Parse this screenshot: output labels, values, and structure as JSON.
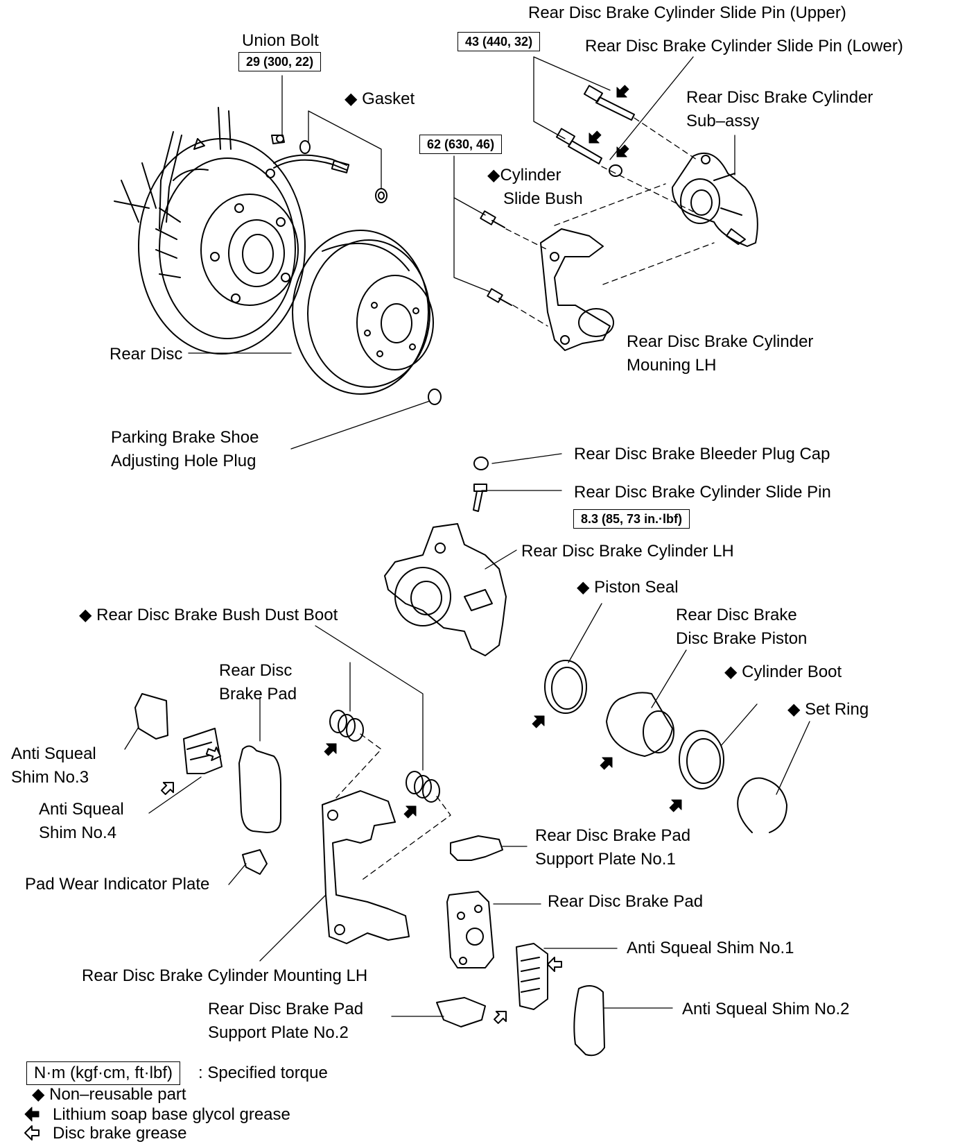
{
  "labels": {
    "union_bolt": "Union Bolt",
    "gasket": "◆ Gasket",
    "slide_pin_upper": "Rear Disc Brake Cylinder Slide Pin (Upper)",
    "slide_pin_lower": "Rear Disc Brake Cylinder Slide Pin (Lower)",
    "cyl_subassy_1": "Rear Disc Brake Cylinder",
    "cyl_subassy_2": "Sub–assy",
    "cyl_slide_bush_1": "◆Cylinder",
    "cyl_slide_bush_2": "Slide Bush",
    "rear_disc": "Rear Disc",
    "mounting_lh_top_1": "Rear Disc Brake Cylinder",
    "mounting_lh_top_2": "Mouning LH",
    "parking_plug_1": "Parking Brake Shoe",
    "parking_plug_2": "Adjusting Hole Plug",
    "bleeder_cap": "Rear Disc Brake Bleeder Plug Cap",
    "slide_pin_mid": "Rear Disc Brake Cylinder Slide Pin",
    "cylinder_lh": "Rear Disc Brake Cylinder LH",
    "piston_seal": "◆ Piston Seal",
    "bush_dust_boot": "◆  Rear Disc Brake Bush Dust Boot",
    "piston_1": "Rear Disc Brake",
    "piston_2": "Disc Brake Piston",
    "cylinder_boot": "◆  Cylinder Boot",
    "set_ring": "◆  Set Ring",
    "brake_pad_left_1": "Rear Disc",
    "brake_pad_left_2": "Brake Pad",
    "shim3_1": "Anti Squeal",
    "shim3_2": "Shim No.3",
    "shim4_1": "Anti Squeal",
    "shim4_2": "Shim No.4",
    "support_plate1_1": "Rear Disc Brake Pad",
    "support_plate1_2": "Support Plate No.1",
    "wear_plate": "Pad Wear Indicator Plate",
    "brake_pad_right": "Rear Disc Brake Pad",
    "shim1": "Anti Squeal Shim No.1",
    "mounting_lh_bottom": "Rear Disc Brake Cylinder Mounting LH",
    "support_plate2_1": "Rear Disc Brake Pad",
    "support_plate2_2": "Support Plate No.2",
    "shim2": "Anti Squeal Shim No.2"
  },
  "torques": {
    "union_bolt": "29 (300, 22)",
    "slide_pins": "43 (440, 32)",
    "mounting_bolts": "62 (630, 46)",
    "slide_pin_mid": "8.3 (85, 73 in.·lbf)"
  },
  "legend": {
    "torque_box": "N·m (kgf·cm, ft·lbf)",
    "torque_desc": ": Specified torque",
    "non_reusable": "◆ Non–reusable part",
    "lithium": "Lithium soap base glycol grease",
    "disc_grease": "Disc brake grease"
  },
  "colors": {
    "ink": "#000000",
    "paper": "#ffffff"
  }
}
